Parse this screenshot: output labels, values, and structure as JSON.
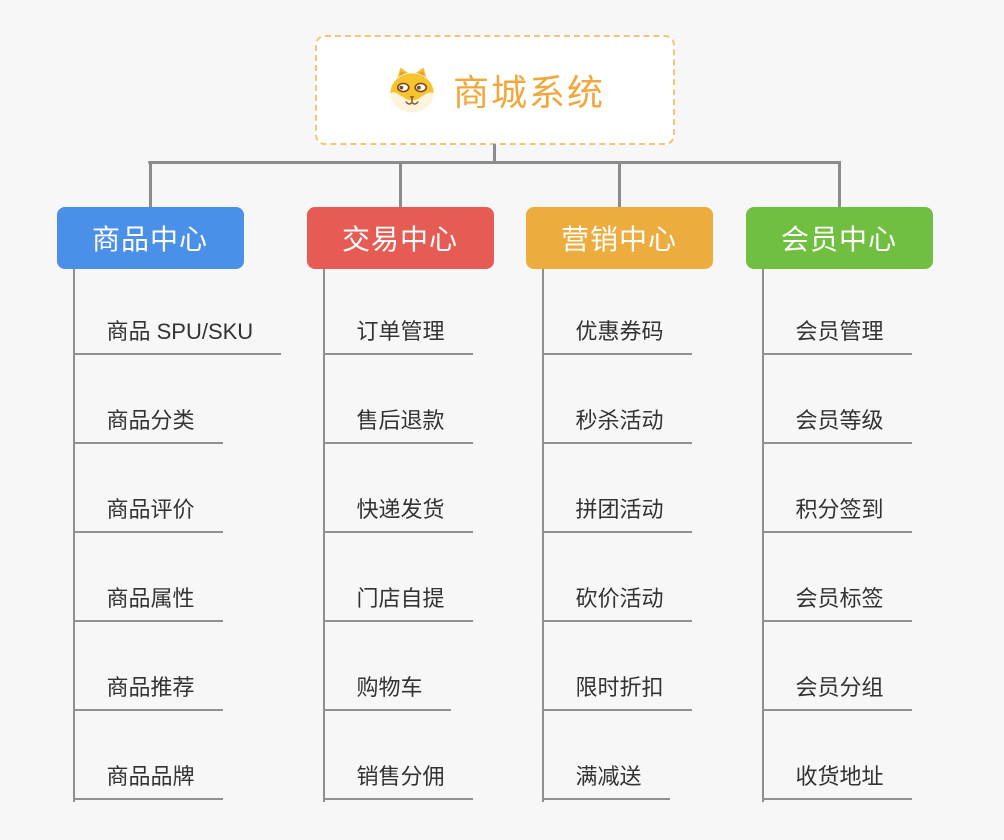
{
  "page": {
    "background": "#F7F7F7",
    "connector_color": "#8C8C8C",
    "underline_color": "#919191"
  },
  "root": {
    "title": "商城系统",
    "icon": "dog-face-icon",
    "text_color": "#F0A73C",
    "border_color": "#F4C478",
    "background": "#FFFFFF"
  },
  "branches": [
    {
      "label": "商品中心",
      "color": "#4A8FE8",
      "children": [
        "商品 SPU/SKU",
        "商品分类",
        "商品评价",
        "商品属性",
        "商品推荐",
        "商品品牌"
      ]
    },
    {
      "label": "交易中心",
      "color": "#E65C55",
      "children": [
        "订单管理",
        "售后退款",
        "快递发货",
        "门店自提",
        "购物车",
        "销售分佣"
      ]
    },
    {
      "label": "营销中心",
      "color": "#ECAC3E",
      "children": [
        "优惠券码",
        "秒杀活动",
        "拼团活动",
        "砍价活动",
        "限时折扣",
        "满减送"
      ]
    },
    {
      "label": "会员中心",
      "color": "#71BF41",
      "children": [
        "会员管理",
        "会员等级",
        "积分签到",
        "会员标签",
        "会员分组",
        "收货地址"
      ]
    }
  ]
}
